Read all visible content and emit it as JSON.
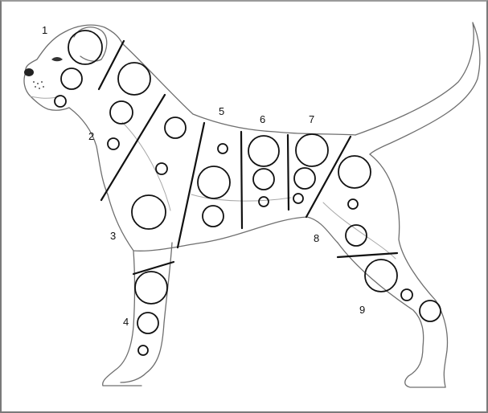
{
  "zones": [
    {
      "label": "1"
    },
    {
      "label": "2"
    },
    {
      "label": "3"
    },
    {
      "label": "4"
    },
    {
      "label": "5"
    },
    {
      "label": "6"
    },
    {
      "label": "7"
    },
    {
      "label": "8"
    },
    {
      "label": "9"
    }
  ],
  "colors": {
    "divider": "#111111",
    "sketch": "#6f6f6f",
    "frame": "#7a7a7a"
  }
}
